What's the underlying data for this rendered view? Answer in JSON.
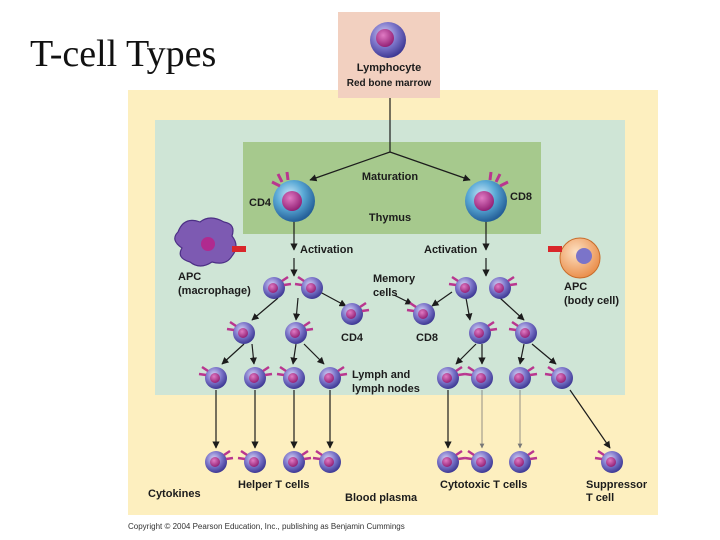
{
  "title": "T-cell Types",
  "copyright": "Copyright © 2004 Pearson Education, Inc., publishing as Benjamin Cummings",
  "colors": {
    "outer_bg": "#fdefbf",
    "lymph_bg": "#cfe5d6",
    "thymus_bg": "#a6c98d",
    "marrow_bg": "#f2d0c0",
    "cell_body": "#7b74c9",
    "cell_nucleus": "#b02a8f",
    "receptor": "#b9368f",
    "macrophage": "#7d5ab2",
    "body_cell": "#f4a869",
    "bond": "#d9262a"
  },
  "labels": {
    "lymphocyte": "Lymphocyte",
    "red_bone_marrow": "Red bone marrow",
    "maturation": "Maturation",
    "thymus": "Thymus",
    "cd4_top": "CD4",
    "cd8_top": "CD8",
    "activation_left": "Activation",
    "activation_right": "Activation",
    "apc_left_1": "APC",
    "apc_left_2": "(macrophage)",
    "apc_right_1": "APC",
    "apc_right_2": "(body cell)",
    "memory_1": "Memory",
    "memory_2": "cells",
    "cd4_memory": "CD4",
    "cd8_memory": "CD8",
    "lymph_1": "Lymph and",
    "lymph_2": "lymph nodes",
    "cytokines": "Cytokines",
    "helper": "Helper T cells",
    "blood_plasma": "Blood plasma",
    "cytotoxic": "Cytotoxic T cells",
    "suppressor_1": "Suppressor",
    "suppressor_2": "T cell"
  }
}
